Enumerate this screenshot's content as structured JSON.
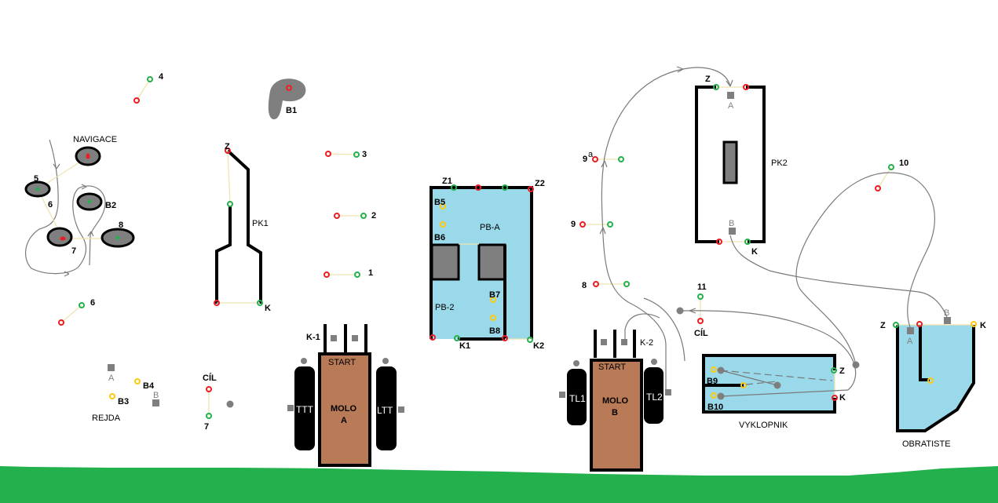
{
  "colors": {
    "ground": "#22b14c",
    "water": "#99d9ea",
    "pier": "#b97a57",
    "obstacle": "#7f7f7f",
    "buoy_red": "#ed1c24",
    "buoy_green": "#22b14c",
    "buoy_yellow": "#ffc90e",
    "gate_line": "#efe4b0",
    "path_line": "#7a7a7a"
  },
  "areas": {
    "navigace": {
      "label": "NAVIGACE",
      "b2": "B2",
      "n5": "5",
      "n6": "6",
      "n7": "7",
      "n8": "8"
    },
    "rejda": {
      "label": "REJDA",
      "a": "A",
      "b": "B",
      "b3": "B3",
      "b4": "B4"
    },
    "pk1": {
      "label": "PK1",
      "z": "Z",
      "k": "K"
    },
    "b1": {
      "label": "B1"
    },
    "pb": {
      "label_a": "PB-A",
      "label_2": "PB-2",
      "z1": "Z1",
      "z2": "Z2",
      "k1": "K1",
      "k2": "K2",
      "b5": "B5",
      "b6": "B6",
      "b7": "B7",
      "b8": "B8"
    },
    "molo_a": {
      "label_line1": "MOLO",
      "label_line2": "A",
      "start": "START",
      "k1": "K-1",
      "left": "TTT",
      "right": "LTT"
    },
    "molo_b": {
      "label_line1": "MOLO",
      "label_line2": "B",
      "start": "START",
      "k2": "K-2",
      "left": "TL1",
      "right": "TL2"
    },
    "pk2": {
      "label": "PK2",
      "z": "Z",
      "k": "K",
      "a": "A",
      "b": "B"
    },
    "vyklopnik": {
      "label": "VYKLOPNIK",
      "z": "Z",
      "k": "K",
      "b9": "B9",
      "b10": "B10"
    },
    "obratiste": {
      "label": "OBRATISTE",
      "z": "Z",
      "k": "K",
      "a": "A",
      "b": "B"
    },
    "cil_left": {
      "label": "CÍL",
      "num": "7"
    },
    "cil_right": {
      "label": "CÍL",
      "num": "11"
    }
  },
  "gates": [
    {
      "id": "1",
      "label": "1"
    },
    {
      "id": "2",
      "label": "2"
    },
    {
      "id": "3",
      "label": "3"
    },
    {
      "id": "4",
      "label": "4"
    },
    {
      "id": "6",
      "label": "6"
    },
    {
      "id": "8",
      "label": "8"
    },
    {
      "id": "9",
      "label": "9"
    },
    {
      "id": "9a",
      "label": "9",
      "sup": "a"
    },
    {
      "id": "10",
      "label": "10"
    }
  ]
}
